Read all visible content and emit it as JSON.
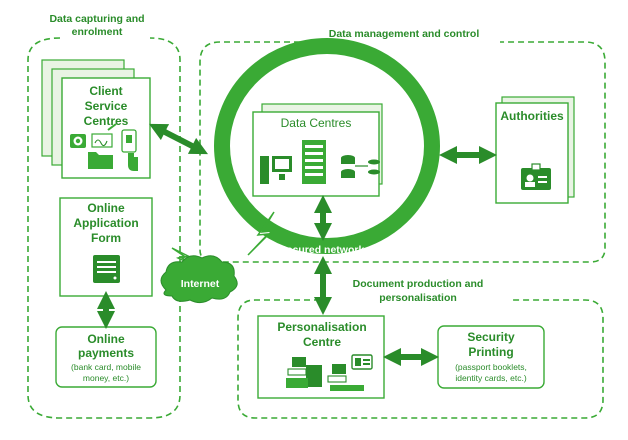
{
  "colors": {
    "green": "#3aaa35",
    "dark_green": "#2a8c2a",
    "light_green_fill": "#e9f4e4",
    "panel_fill": "#f4f8f1"
  },
  "regions": {
    "capture": "Data capturing and enrolment",
    "management": "Data management and control",
    "production": "Document production and personalisation"
  },
  "nodes": {
    "client_service_centres": "Client Service Centres",
    "online_application_form": "Online Application Form",
    "online_payments": {
      "title": "Online payments",
      "detail": "(bank card, mobile money, etc.)"
    },
    "data_centres": "Data Centres",
    "authorities": "Authorities",
    "personalisation_centre": "Personalisation Centre",
    "security_printing": {
      "title": "Security Printing",
      "detail": "(passport booklets, identity cards, etc.)"
    }
  },
  "links": {
    "secured_network": "Secured network",
    "internet": "Internet"
  },
  "icons": [
    "id-card-icon",
    "server-rack-icon",
    "database-icon",
    "printer-icon",
    "fingerprint-icon",
    "signature-icon",
    "web-form-icon",
    "computer-icon"
  ]
}
